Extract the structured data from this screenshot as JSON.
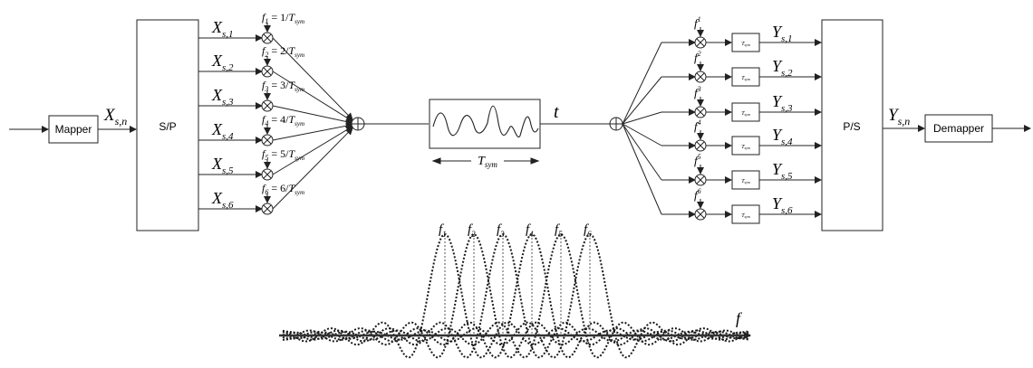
{
  "transmitter": {
    "mapper_label": "Mapper",
    "input_symbol": {
      "base": "X",
      "sub": "s,n"
    },
    "sp_label": "S/P",
    "outputs": [
      {
        "base": "X",
        "sub": "s,1"
      },
      {
        "base": "X",
        "sub": "s,2"
      },
      {
        "base": "X",
        "sub": "s,3"
      },
      {
        "base": "X",
        "sub": "s,4"
      },
      {
        "base": "X",
        "sub": "s,5"
      },
      {
        "base": "X",
        "sub": "s,6"
      }
    ],
    "carriers": [
      {
        "f": "f",
        "idx": "1",
        "num": "1",
        "rhs_base": "T",
        "rhs_sub": "sym"
      },
      {
        "f": "f",
        "idx": "2",
        "num": "2",
        "rhs_base": "T",
        "rhs_sub": "sym"
      },
      {
        "f": "f",
        "idx": "3",
        "num": "3",
        "rhs_base": "T",
        "rhs_sub": "sym"
      },
      {
        "f": "f",
        "idx": "4",
        "num": "4",
        "rhs_base": "T",
        "rhs_sub": "sym"
      },
      {
        "f": "f",
        "idx": "5",
        "num": "5",
        "rhs_base": "T",
        "rhs_sub": "sym"
      },
      {
        "f": "f",
        "idx": "6",
        "num": "6",
        "rhs_base": "T",
        "rhs_sub": "sym"
      }
    ]
  },
  "channel": {
    "time_label": "t",
    "period_base": "T",
    "period_sub": "sym"
  },
  "receiver": {
    "carriers": [
      "f",
      "f",
      "f",
      "f",
      "f",
      "f"
    ],
    "carrier_idx": [
      "1",
      "2",
      "3",
      "4",
      "5",
      "6"
    ],
    "integrator_label": "T",
    "integrator_sub": "sym",
    "outputs": [
      {
        "base": "Y",
        "sub": "s,1"
      },
      {
        "base": "Y",
        "sub": "s,2"
      },
      {
        "base": "Y",
        "sub": "s,3"
      },
      {
        "base": "Y",
        "sub": "s,4"
      },
      {
        "base": "Y",
        "sub": "s,5"
      },
      {
        "base": "Y",
        "sub": "s,6"
      }
    ],
    "ps_label": "P/S",
    "output_symbol": {
      "base": "Y",
      "sub": "s,n"
    },
    "demapper_label": "Demapper"
  },
  "spectrum": {
    "subcarrier_labels": [
      {
        "base": "f",
        "sub": "1"
      },
      {
        "base": "f",
        "sub": "2"
      },
      {
        "base": "f",
        "sub": "3"
      },
      {
        "base": "f",
        "sub": "4"
      },
      {
        "base": "f",
        "sub": "5"
      },
      {
        "base": "f",
        "sub": "6"
      }
    ],
    "axis_label": "f"
  }
}
